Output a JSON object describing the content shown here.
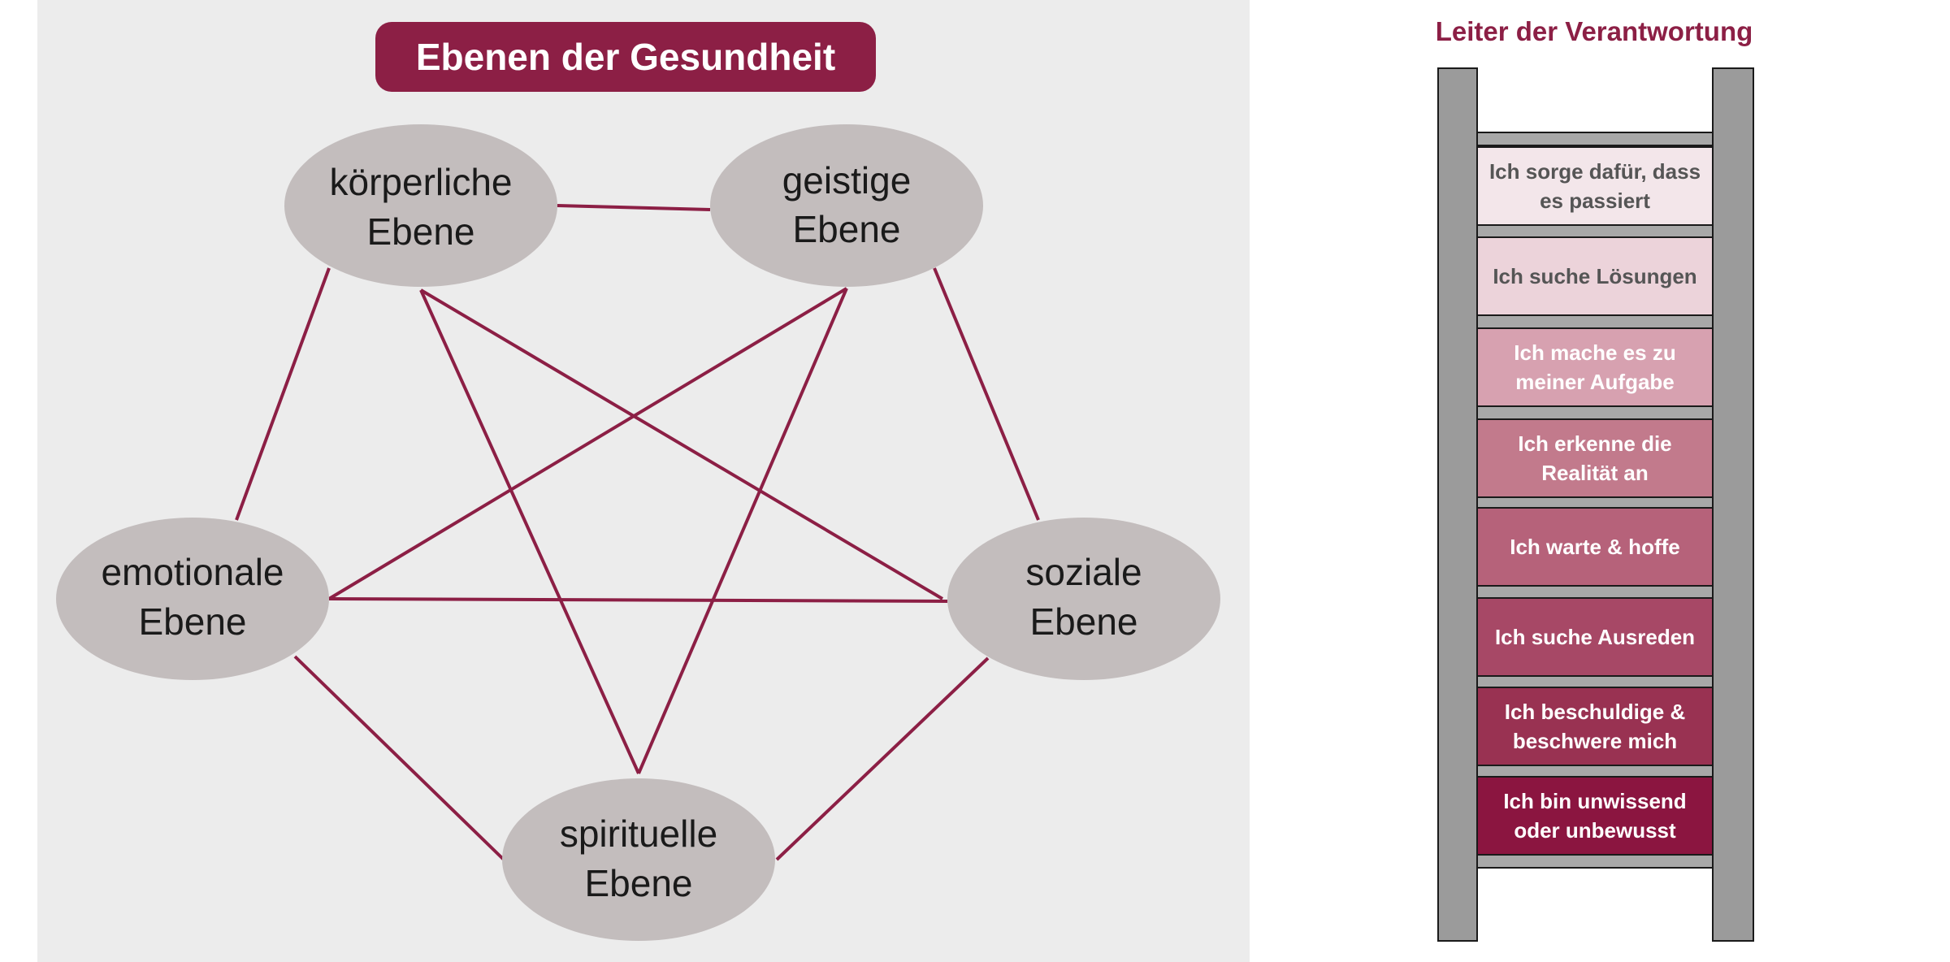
{
  "health": {
    "title": "Ebenen der Gesundheit",
    "nodes": [
      {
        "id": "koerperlich",
        "line1": "körperliche",
        "line2": "Ebene"
      },
      {
        "id": "geistig",
        "line1": "geistige",
        "line2": "Ebene"
      },
      {
        "id": "emotional",
        "line1": "emotionale",
        "line2": "Ebene"
      },
      {
        "id": "sozial",
        "line1": "soziale",
        "line2": "Ebene"
      },
      {
        "id": "spirituell",
        "line1": "spirituelle",
        "line2": "Ebene"
      }
    ],
    "colors": {
      "panel": "#ececec",
      "node": "#c3bdbd",
      "line": "#8c1f45",
      "title_bg": "#8c1f45"
    }
  },
  "ladder": {
    "title": "Leiter der Verantwortung",
    "rungs": [
      {
        "line1": "Ich sorge dafür, dass",
        "line2": "es passiert",
        "color": "#f3e6ea",
        "text_color": "#555555"
      },
      {
        "line1": "Ich suche Lösungen",
        "line2": "",
        "color": "#ecd3da",
        "text_color": "#555555"
      },
      {
        "line1": "Ich mache es zu",
        "line2": "meiner Aufgabe",
        "color": "#d7a1b0",
        "text_color": "#ffffff"
      },
      {
        "line1": "Ich erkenne die",
        "line2": "Realität an",
        "color": "#c27a8c",
        "text_color": "#ffffff"
      },
      {
        "line1": "Ich warte & hoffe",
        "line2": "",
        "color": "#b6627a",
        "text_color": "#ffffff"
      },
      {
        "line1": "Ich suche Ausreden",
        "line2": "",
        "color": "#a74866",
        "text_color": "#ffffff"
      },
      {
        "line1": "Ich beschuldige &",
        "line2": "beschwere mich",
        "color": "#993252",
        "text_color": "#ffffff"
      },
      {
        "line1": "Ich bin unwissend",
        "line2": "oder unbewusst",
        "color": "#8b1540",
        "text_color": "#ffffff"
      }
    ],
    "colors": {
      "rail": "#9b9b9b",
      "crossbar": "#a8a8a8",
      "outline": "#1a1a1a"
    }
  }
}
